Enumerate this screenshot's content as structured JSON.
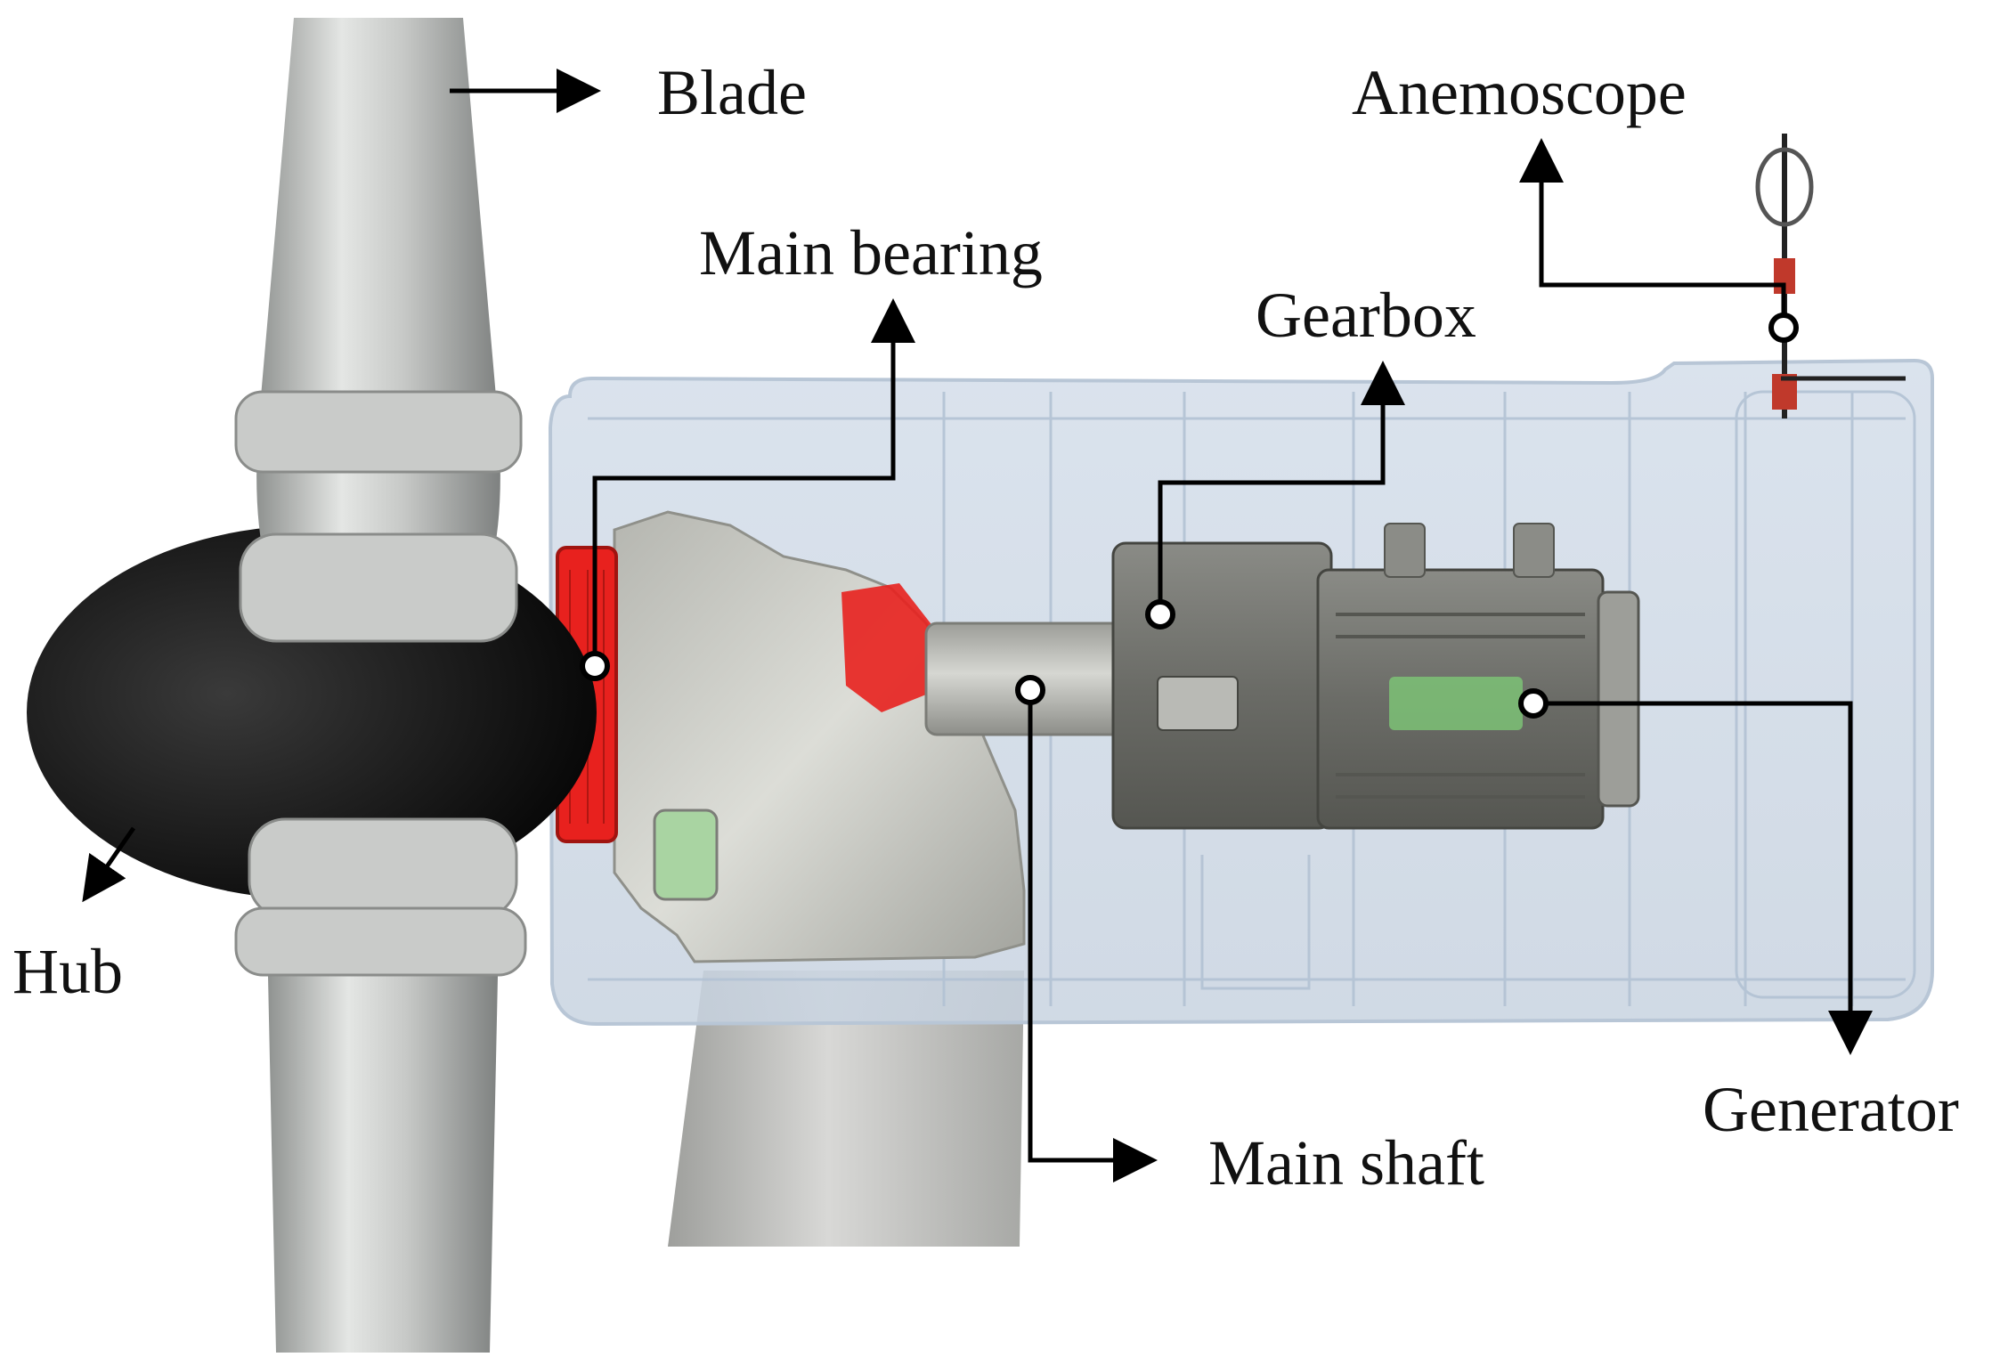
{
  "diagram": {
    "labels": {
      "blade": "Blade",
      "anemoscope": "Anemoscope",
      "main_bearing": "Main bearing",
      "gearbox": "Gearbox",
      "hub": "Hub",
      "generator": "Generator",
      "main_shaft": "Main shaft"
    },
    "colors": {
      "blade": "#c9cbc9",
      "hub": "#0d0d0d",
      "nacelle_cover": "#cfdbe8",
      "bearing_red": "#e8211e",
      "housing_gray": "#c8c9c3",
      "gearbox_gray": "#6f706b",
      "tower_gray": "#c4c4c2",
      "leader_line": "#000000"
    }
  }
}
